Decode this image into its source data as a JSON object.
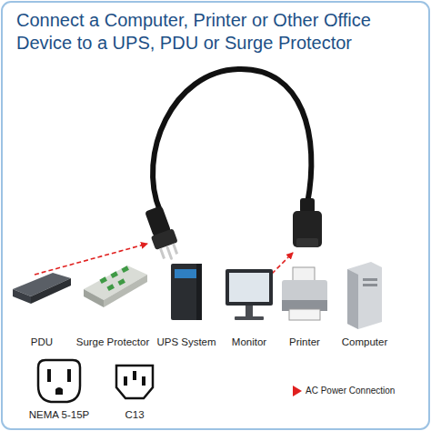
{
  "diagram": {
    "title": "Connect a Computer, Printer or Other Office Device to a UPS, PDU or Surge Protector",
    "labels": [
      "PDU",
      "Surge Protector",
      "UPS System",
      "Monitor",
      "Printer",
      "Computer",
      "NEMA 5-15P",
      "C13"
    ],
    "legend": [
      {
        "text": "AC Power Connection"
      }
    ]
  }
}
